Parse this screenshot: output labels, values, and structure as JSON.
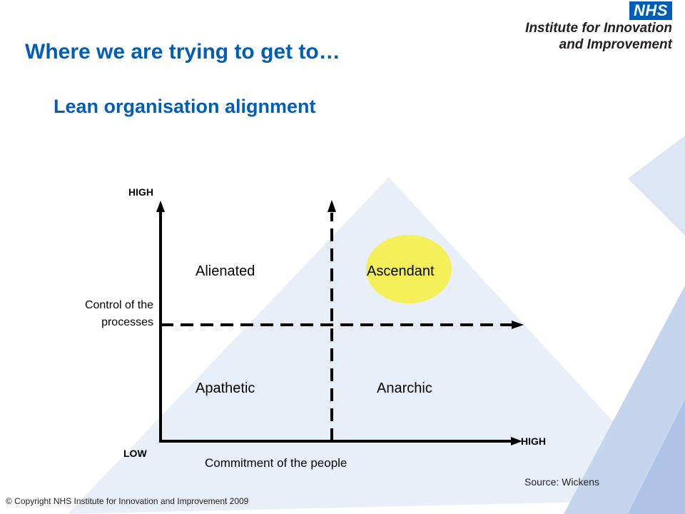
{
  "logo": {
    "badge": "NHS",
    "line1": "Institute for Innovation",
    "line2": "and Improvement"
  },
  "title": "Where we are trying to get to…",
  "subtitle": "Lean organisation alignment",
  "diagram": {
    "y_axis": {
      "high_label": "HIGH",
      "low_label": "LOW",
      "label_line1": "Control of the",
      "label_line2": "processes"
    },
    "x_axis": {
      "high_label": "HIGH",
      "label": "Commitment  of the people"
    },
    "quadrants": {
      "top_left": "Alienated",
      "top_right": "Ascendant",
      "bottom_left": "Apathetic",
      "bottom_right": "Anarchic"
    },
    "highlight_color": "#f5f05a"
  },
  "source": "Source: Wickens",
  "copyright": "© Copyright NHS Institute for Innovation and Improvement 2009",
  "colors": {
    "brand_blue": "#005eb8",
    "bg_triangle_light": "#e8eef9",
    "bg_triangle_mid": "#c9d6ee"
  }
}
